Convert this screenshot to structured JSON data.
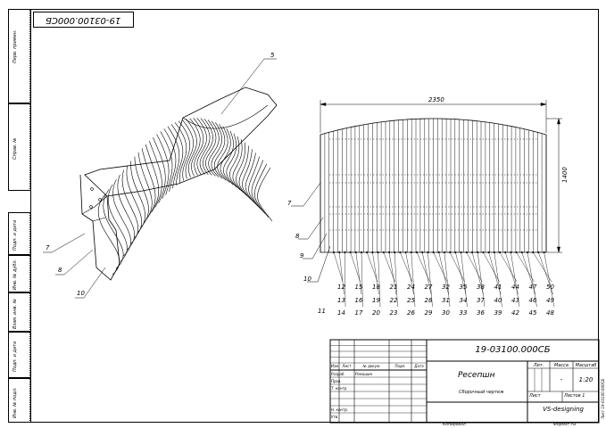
{
  "stamp": {
    "number": "19-03100.000СБ"
  },
  "side_strip": {
    "labels": [
      "Перв. примен.",
      "Справ. №",
      "Подп. и дата",
      "Инв. № дубл.",
      "Взам. инв. №",
      "Подп. и дата",
      "Инв. № подл."
    ]
  },
  "view3d": {
    "callouts": [
      "5",
      "7",
      "8",
      "10"
    ]
  },
  "front_view": {
    "width_dimension": "2350",
    "height_dimension": "1400",
    "left_callouts": [
      "7",
      "8",
      "9",
      "10",
      "11"
    ],
    "bottom_row_upper": [
      "12",
      "15",
      "18",
      "21",
      "24",
      "27",
      "32",
      "35",
      "38",
      "41",
      "44",
      "47",
      "50"
    ],
    "bottom_row_middle": [
      "13",
      "16",
      "19",
      "22",
      "25",
      "28",
      "31",
      "34",
      "37",
      "40",
      "43",
      "46",
      "49"
    ],
    "bottom_row_lower": [
      "14",
      "17",
      "20",
      "23",
      "26",
      "29",
      "30",
      "33",
      "36",
      "39",
      "42",
      "45",
      "48"
    ]
  },
  "title_block": {
    "document_number": "19-03100.000СБ",
    "product_name": "Ресепшн",
    "document_type": "Сборочный чертеж",
    "col_headers": [
      "Изм",
      "Лист",
      "№ докум.",
      "Подп.",
      "Дата"
    ],
    "roles": [
      "Разраб.",
      "Пров.",
      "Т. контр.",
      "",
      "Н. контр.",
      "Утв."
    ],
    "developer_name": "Ромашин",
    "lit_label": "Лит.",
    "mass_label": "Масса",
    "scale_label": "Масштаб",
    "mass_value": "-",
    "scale_value": "1:20",
    "sheet_label": "Лист",
    "sheets_label": "Листов 1",
    "organization": "VS-designing",
    "copied_label": "Копировал",
    "format_label": "Формат А3",
    "side_note": "Лист 19-03100.000СБ"
  }
}
